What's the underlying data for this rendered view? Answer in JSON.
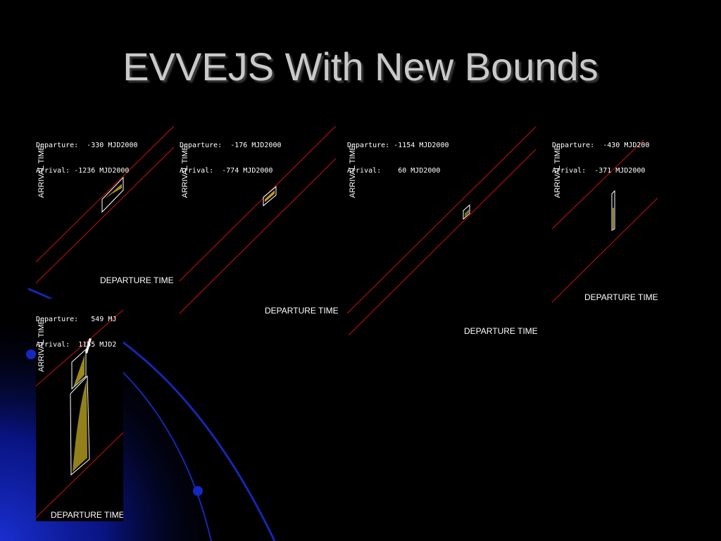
{
  "slide": {
    "title": "EVVEJS With New Bounds"
  },
  "colors": {
    "background": "#000000",
    "title": "#c9c9c9",
    "bound_lines": "#cc1010",
    "region_outline": "#ffffff",
    "region_fill": "#b8a020",
    "accent_blue": "#1020a0"
  },
  "chart_data": [
    {
      "type": "scatter",
      "departure_label": "Departure:  -330 MJD2000",
      "arrival_label": "Arrival: -1236 MJD2000",
      "ylabel": "ARRIVAL TIME",
      "xlabel": "DEPARTURE TIME"
    },
    {
      "type": "scatter",
      "departure_label": "Departure:  -176 MJD2000",
      "arrival_label": "Arrival:  -774 MJD2000",
      "ylabel": "ARRIVAL TIME",
      "xlabel": "DEPARTURE TIME"
    },
    {
      "type": "scatter",
      "departure_label": "Departure: -1154 MJD2000",
      "arrival_label": "Arrival:    60 MJD2000",
      "ylabel": "ARRIVAL TIME",
      "xlabel": "DEPARTURE TIME"
    },
    {
      "type": "scatter",
      "departure_label": "Departure:  -430 MJD200",
      "arrival_label": "Arrival:  -371 MJD2000",
      "ylabel": "ARRIVAL TIME",
      "xlabel": "DEPARTURE TIME"
    },
    {
      "type": "scatter",
      "departure_label": "Departure:   549 MJ",
      "arrival_label": "Arrival:  1155 MJD2",
      "ylabel": "ARRIVAL TIME",
      "xlabel": "DEPARTURE TIME"
    }
  ]
}
